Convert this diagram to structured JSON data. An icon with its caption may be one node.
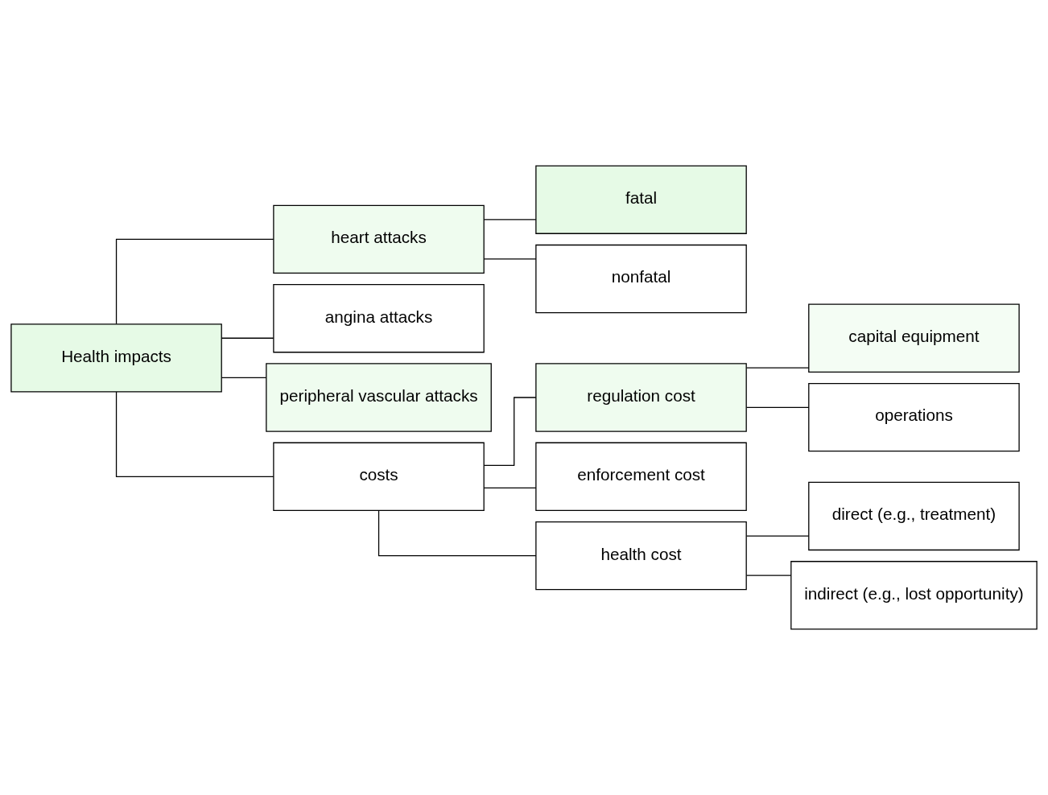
{
  "diagram": {
    "nodes": [
      {
        "text": [
          "Health impacts"
        ]
      },
      {
        "text": [
          "heart attacks"
        ]
      },
      {
        "text": [
          "angina attacks"
        ]
      },
      {
        "text": [
          "peripheral vascular attacks"
        ]
      },
      {
        "text": [
          "fatal"
        ]
      },
      {
        "text": [
          "nonfatal"
        ]
      },
      {
        "text": [
          "costs"
        ]
      },
      {
        "text": [
          "regulation cost"
        ]
      },
      {
        "text": [
          "enforcement cost"
        ]
      },
      {
        "text": [
          "health cost"
        ]
      },
      {
        "text": [
          "capital equipment"
        ]
      },
      {
        "text": [
          "operations"
        ]
      },
      {
        "text": [
          "direct (e.g., treatment)"
        ]
      },
      {
        "text": [
          "indirect (e.g., lost opportunity)"
        ]
      }
    ],
    "edges": [
      {
        "from": 0,
        "to": 6,
        "arrow": "none"
      },
      {
        "from": 0,
        "to": 1,
        "arrow": "none"
      },
      {
        "from": 0,
        "to": 2,
        "arrow": "none"
      },
      {
        "from": 0,
        "to": 3,
        "arrow": "none"
      },
      {
        "from": 1,
        "to": 4,
        "arrow": "none"
      },
      {
        "from": 1,
        "to": 5,
        "arrow": "none"
      },
      {
        "from": 6,
        "to": 7,
        "arrow": "none"
      },
      {
        "from": 6,
        "to": 8,
        "arrow": "none"
      },
      {
        "from": 6,
        "to": 9,
        "arrow": "none"
      },
      {
        "from": 7,
        "to": 10,
        "arrow": "none"
      },
      {
        "from": 7,
        "to": 11,
        "arrow": "none"
      },
      {
        "from": 9,
        "to": 12,
        "arrow": "none"
      },
      {
        "from": 9,
        "to": 13,
        "arrow": "none"
      }
    ]
  }
}
